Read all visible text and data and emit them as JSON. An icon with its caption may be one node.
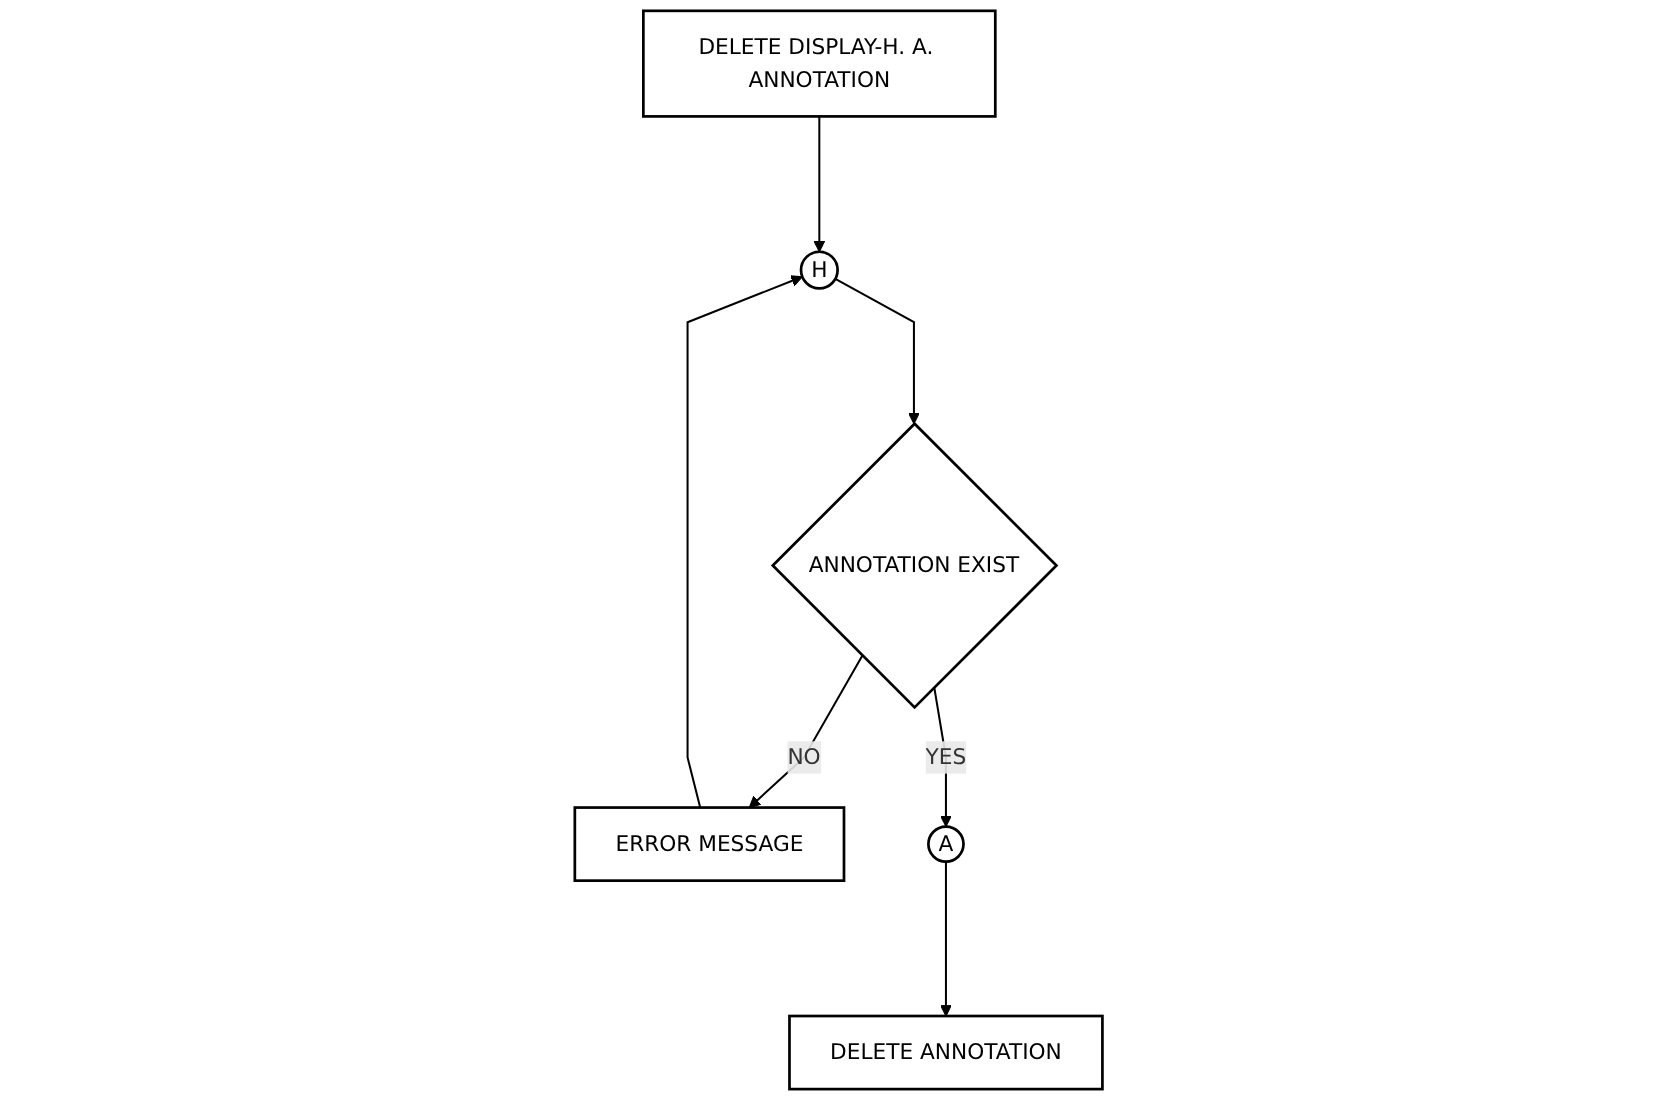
{
  "diagram": {
    "nodes": [
      {
        "text": [
          "DELETE DISPLAY-H. A. ANNOTATION"
        ]
      },
      {
        "text": [
          "H"
        ]
      },
      {
        "text": [
          "ANNOTATION EXIST"
        ]
      },
      {
        "text": [
          "ERROR MESSAGE"
        ]
      },
      {
        "text": [
          "A"
        ]
      },
      {
        "text": [
          "DELETE ANNOTATION"
        ]
      }
    ],
    "edges": [
      {
        "from": 0,
        "to": 1,
        "arrow": "to"
      },
      {
        "from": 1,
        "to": 2,
        "arrow": "to"
      },
      {
        "from": 2,
        "to": 3,
        "label": "NO",
        "arrow": "to"
      },
      {
        "from": 3,
        "to": 1,
        "arrow": "to"
      },
      {
        "from": 2,
        "to": 4,
        "label": "YES",
        "arrow": "to"
      },
      {
        "from": 4,
        "to": 5,
        "arrow": "to"
      }
    ]
  }
}
